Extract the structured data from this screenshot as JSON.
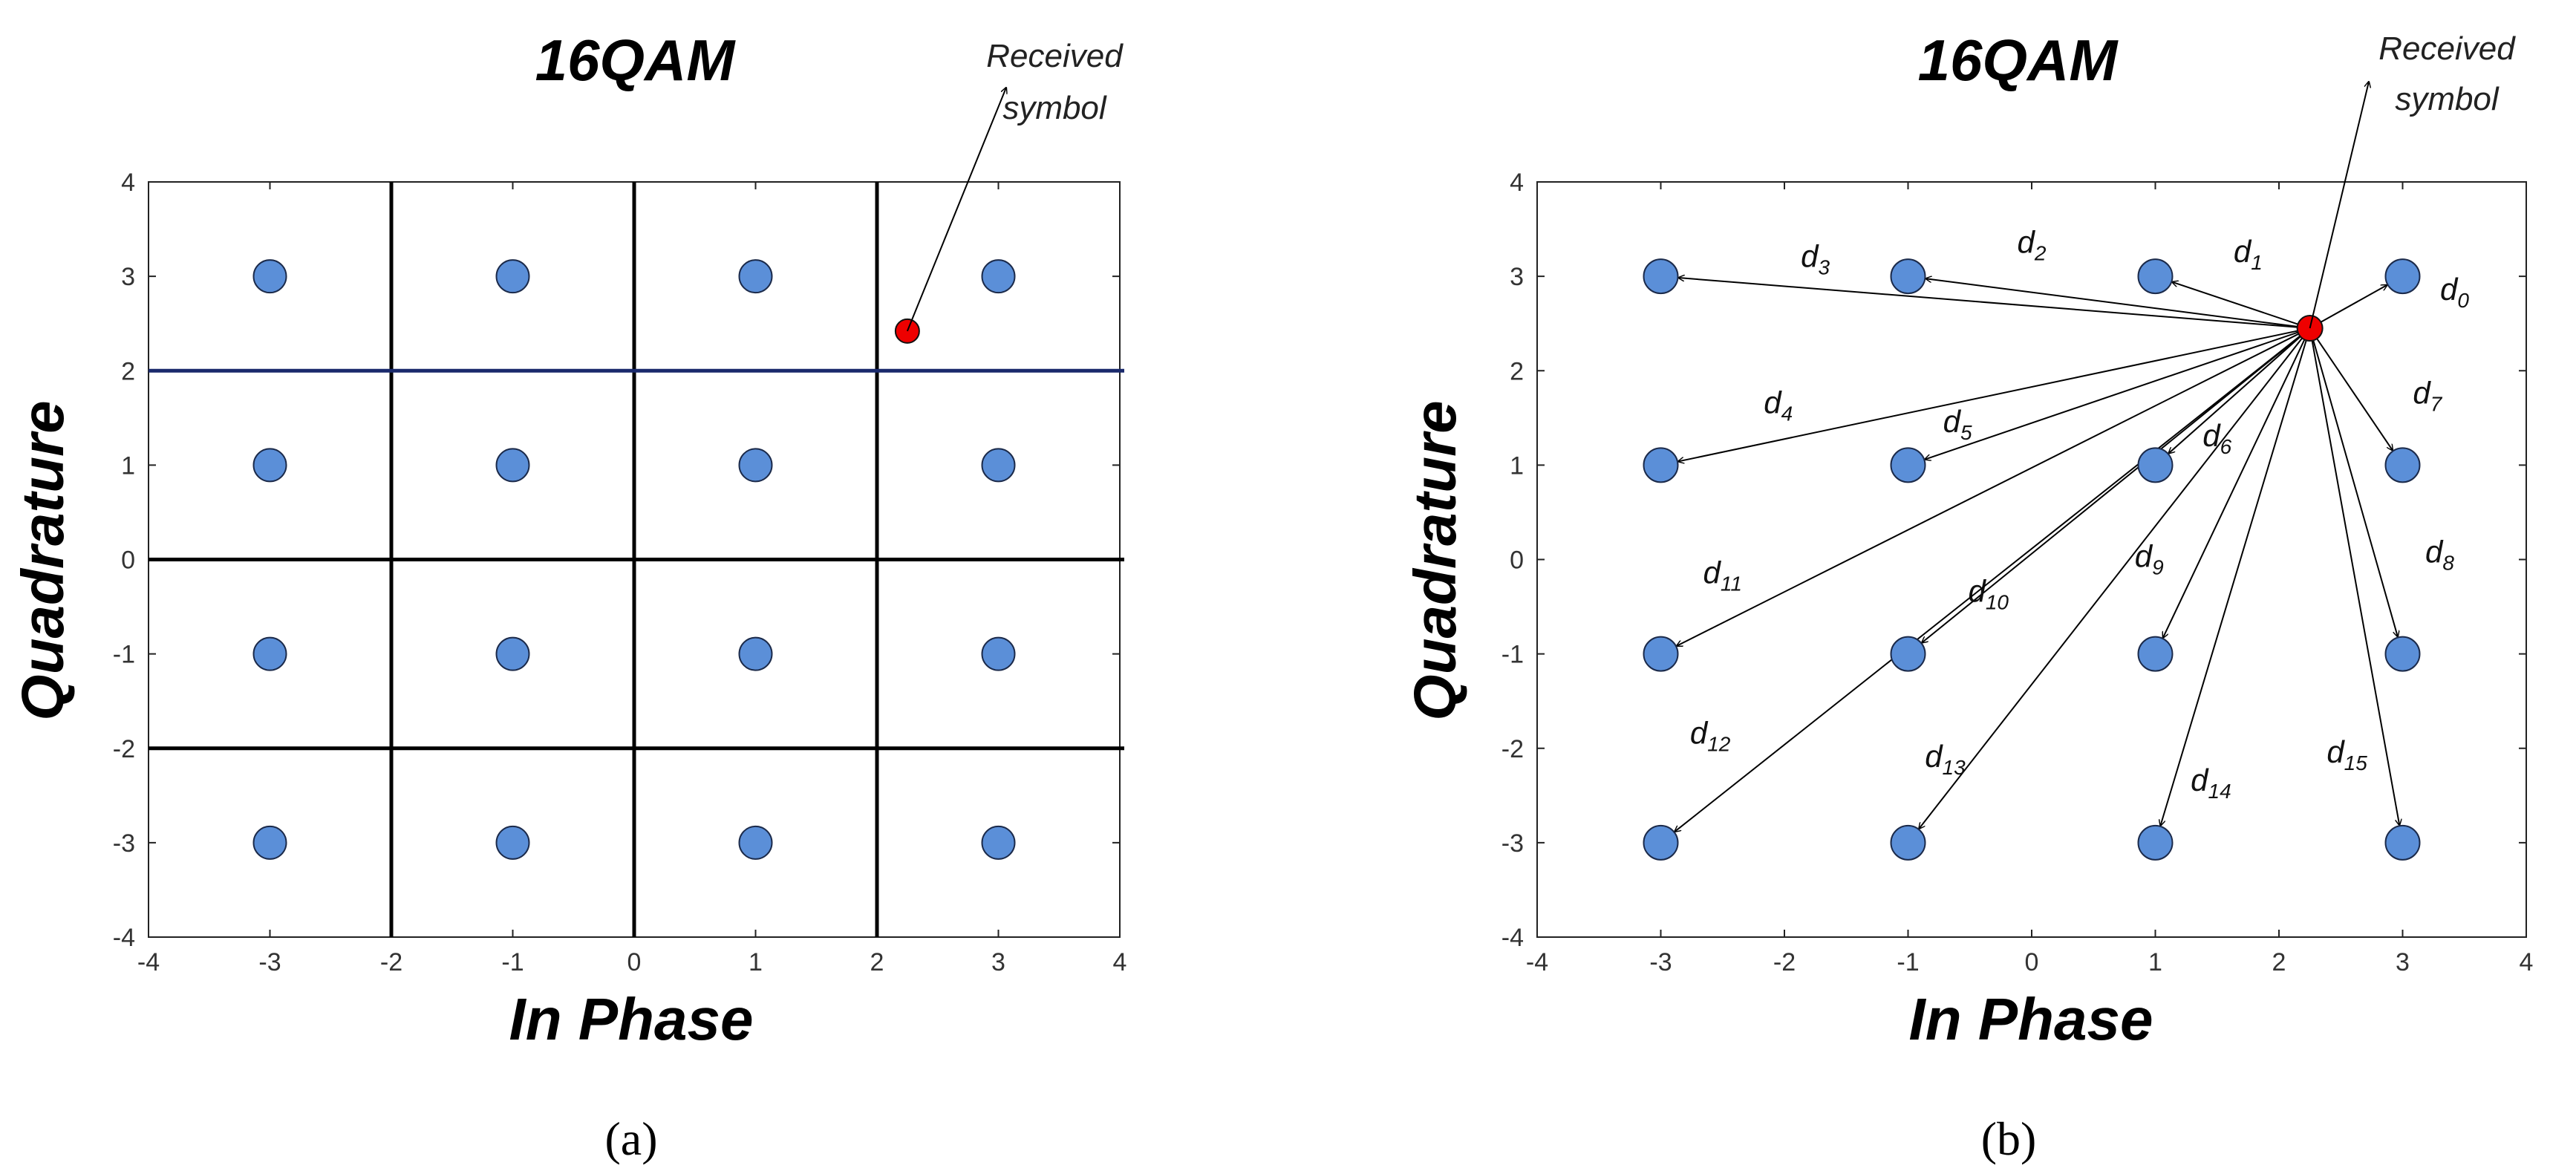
{
  "colors": {
    "constellation": "#5b8fd8",
    "received": "#ee0000",
    "grid": "#000000",
    "blue_line": "#1a2a6c"
  },
  "chart_data": [
    {
      "type": "scatter",
      "panel": "(a)",
      "title": "16QAM",
      "xlabel": "In Phase",
      "ylabel": "Quadrature",
      "xlim": [
        -4,
        4
      ],
      "ylim": [
        -4,
        4
      ],
      "xticks": [
        "-4",
        "-3",
        "-2",
        "-1",
        "0",
        "1",
        "2",
        "3",
        "4"
      ],
      "yticks": [
        "4",
        "3",
        "2",
        "1",
        "0",
        "-1",
        "-2",
        "-3",
        "-4"
      ],
      "constellation": [
        [
          -3,
          3
        ],
        [
          -1,
          3
        ],
        [
          1,
          3
        ],
        [
          3,
          3
        ],
        [
          -3,
          1
        ],
        [
          -1,
          1
        ],
        [
          1,
          1
        ],
        [
          3,
          1
        ],
        [
          -3,
          -1
        ],
        [
          -1,
          -1
        ],
        [
          1,
          -1
        ],
        [
          3,
          -1
        ],
        [
          -3,
          -3
        ],
        [
          -1,
          -3
        ],
        [
          1,
          -3
        ],
        [
          3,
          -3
        ]
      ],
      "received": [
        2.25,
        2.42
      ],
      "decision_lines_x": [
        -2,
        0,
        2
      ],
      "decision_lines_y": [
        2,
        0,
        -2
      ],
      "annotation": [
        "Received",
        "symbol"
      ]
    },
    {
      "type": "scatter",
      "panel": "(b)",
      "title": "16QAM",
      "xlabel": "In Phase",
      "ylabel": "Quadrature",
      "xlim": [
        -4,
        4
      ],
      "ylim": [
        -4,
        4
      ],
      "xticks": [
        "-4",
        "-3",
        "-2",
        "-1",
        "0",
        "1",
        "2",
        "3",
        "4"
      ],
      "yticks": [
        "4",
        "3",
        "2",
        "1",
        "0",
        "-1",
        "-2",
        "-3",
        "-4"
      ],
      "constellation": [
        [
          -3,
          3
        ],
        [
          -1,
          3
        ],
        [
          1,
          3
        ],
        [
          3,
          3
        ],
        [
          -3,
          1
        ],
        [
          -1,
          1
        ],
        [
          1,
          1
        ],
        [
          3,
          1
        ],
        [
          -3,
          -1
        ],
        [
          -1,
          -1
        ],
        [
          1,
          -1
        ],
        [
          3,
          -1
        ],
        [
          -3,
          -3
        ],
        [
          -1,
          -3
        ],
        [
          1,
          -3
        ],
        [
          3,
          -3
        ]
      ],
      "received": [
        2.25,
        2.45
      ],
      "annotation": [
        "Received",
        "symbol"
      ],
      "distances": [
        {
          "label": "d",
          "sub": "0",
          "target": [
            3,
            3
          ]
        },
        {
          "label": "d",
          "sub": "1",
          "target": [
            1,
            3
          ]
        },
        {
          "label": "d",
          "sub": "2",
          "target": [
            -1,
            3
          ]
        },
        {
          "label": "d",
          "sub": "3",
          "target": [
            -3,
            3
          ]
        },
        {
          "label": "d",
          "sub": "4",
          "target": [
            -3,
            1
          ]
        },
        {
          "label": "d",
          "sub": "5",
          "target": [
            -1,
            1
          ]
        },
        {
          "label": "d",
          "sub": "6",
          "target": [
            1,
            1
          ]
        },
        {
          "label": "d",
          "sub": "7",
          "target": [
            3,
            1
          ]
        },
        {
          "label": "d",
          "sub": "8",
          "target": [
            3,
            -1
          ]
        },
        {
          "label": "d",
          "sub": "9",
          "target": [
            1,
            -1
          ]
        },
        {
          "label": "d",
          "sub": "10",
          "target": [
            -1,
            -1
          ]
        },
        {
          "label": "d",
          "sub": "11",
          "target": [
            -3,
            -1
          ]
        },
        {
          "label": "d",
          "sub": "12",
          "target": [
            -3,
            -3
          ]
        },
        {
          "label": "d",
          "sub": "13",
          "target": [
            -1,
            -3
          ]
        },
        {
          "label": "d",
          "sub": "14",
          "target": [
            1,
            -3
          ]
        },
        {
          "label": "d",
          "sub": "15",
          "target": [
            3,
            -3
          ]
        }
      ]
    }
  ]
}
